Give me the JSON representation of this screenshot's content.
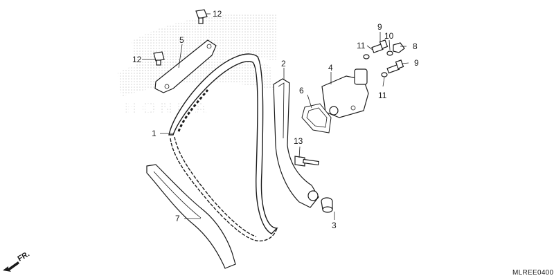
{
  "diagram": {
    "callouts": [
      {
        "id": "c1",
        "label": "1"
      },
      {
        "id": "c2",
        "label": "2"
      },
      {
        "id": "c3",
        "label": "3"
      },
      {
        "id": "c4",
        "label": "4"
      },
      {
        "id": "c5",
        "label": "5"
      },
      {
        "id": "c6",
        "label": "6"
      },
      {
        "id": "c7",
        "label": "7"
      },
      {
        "id": "c8",
        "label": "8"
      },
      {
        "id": "c9a",
        "label": "9"
      },
      {
        "id": "c9b",
        "label": "9"
      },
      {
        "id": "c10",
        "label": "10"
      },
      {
        "id": "c11a",
        "label": "11"
      },
      {
        "id": "c11b",
        "label": "11"
      },
      {
        "id": "c12a",
        "label": "12"
      },
      {
        "id": "c12b",
        "label": "12"
      },
      {
        "id": "c13",
        "label": "13"
      }
    ],
    "front_indicator": "FR.",
    "diagram_code": "MLREE0400",
    "watermark_brand": "HONDA"
  }
}
